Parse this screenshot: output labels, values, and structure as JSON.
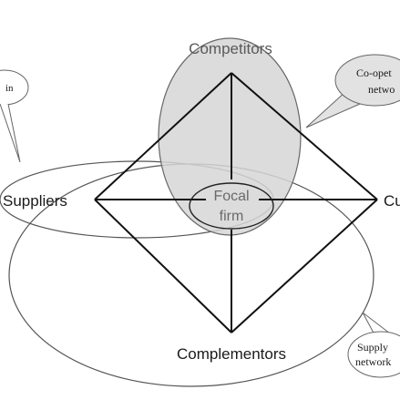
{
  "diagram": {
    "nodes": {
      "competitors": "Competitors",
      "suppliers": "Suppliers",
      "customers_partial": "Cu",
      "complementors": "Complementors",
      "focal_line1": "Focal",
      "focal_line2": "firm"
    },
    "callouts": {
      "top_left_partial": "in",
      "coopetition_line1": "Co-opet",
      "coopetition_line2": "netwo",
      "supply_line1": "Supply",
      "supply_line2": "network"
    },
    "colors": {
      "line": "#111111",
      "ellipse_stroke": "#555555",
      "competitor_fill": "#d6d6d6",
      "callout_fill": "#e2e2e2",
      "text": "#1a1a1a",
      "focal_text": "#6a6a6a"
    }
  }
}
